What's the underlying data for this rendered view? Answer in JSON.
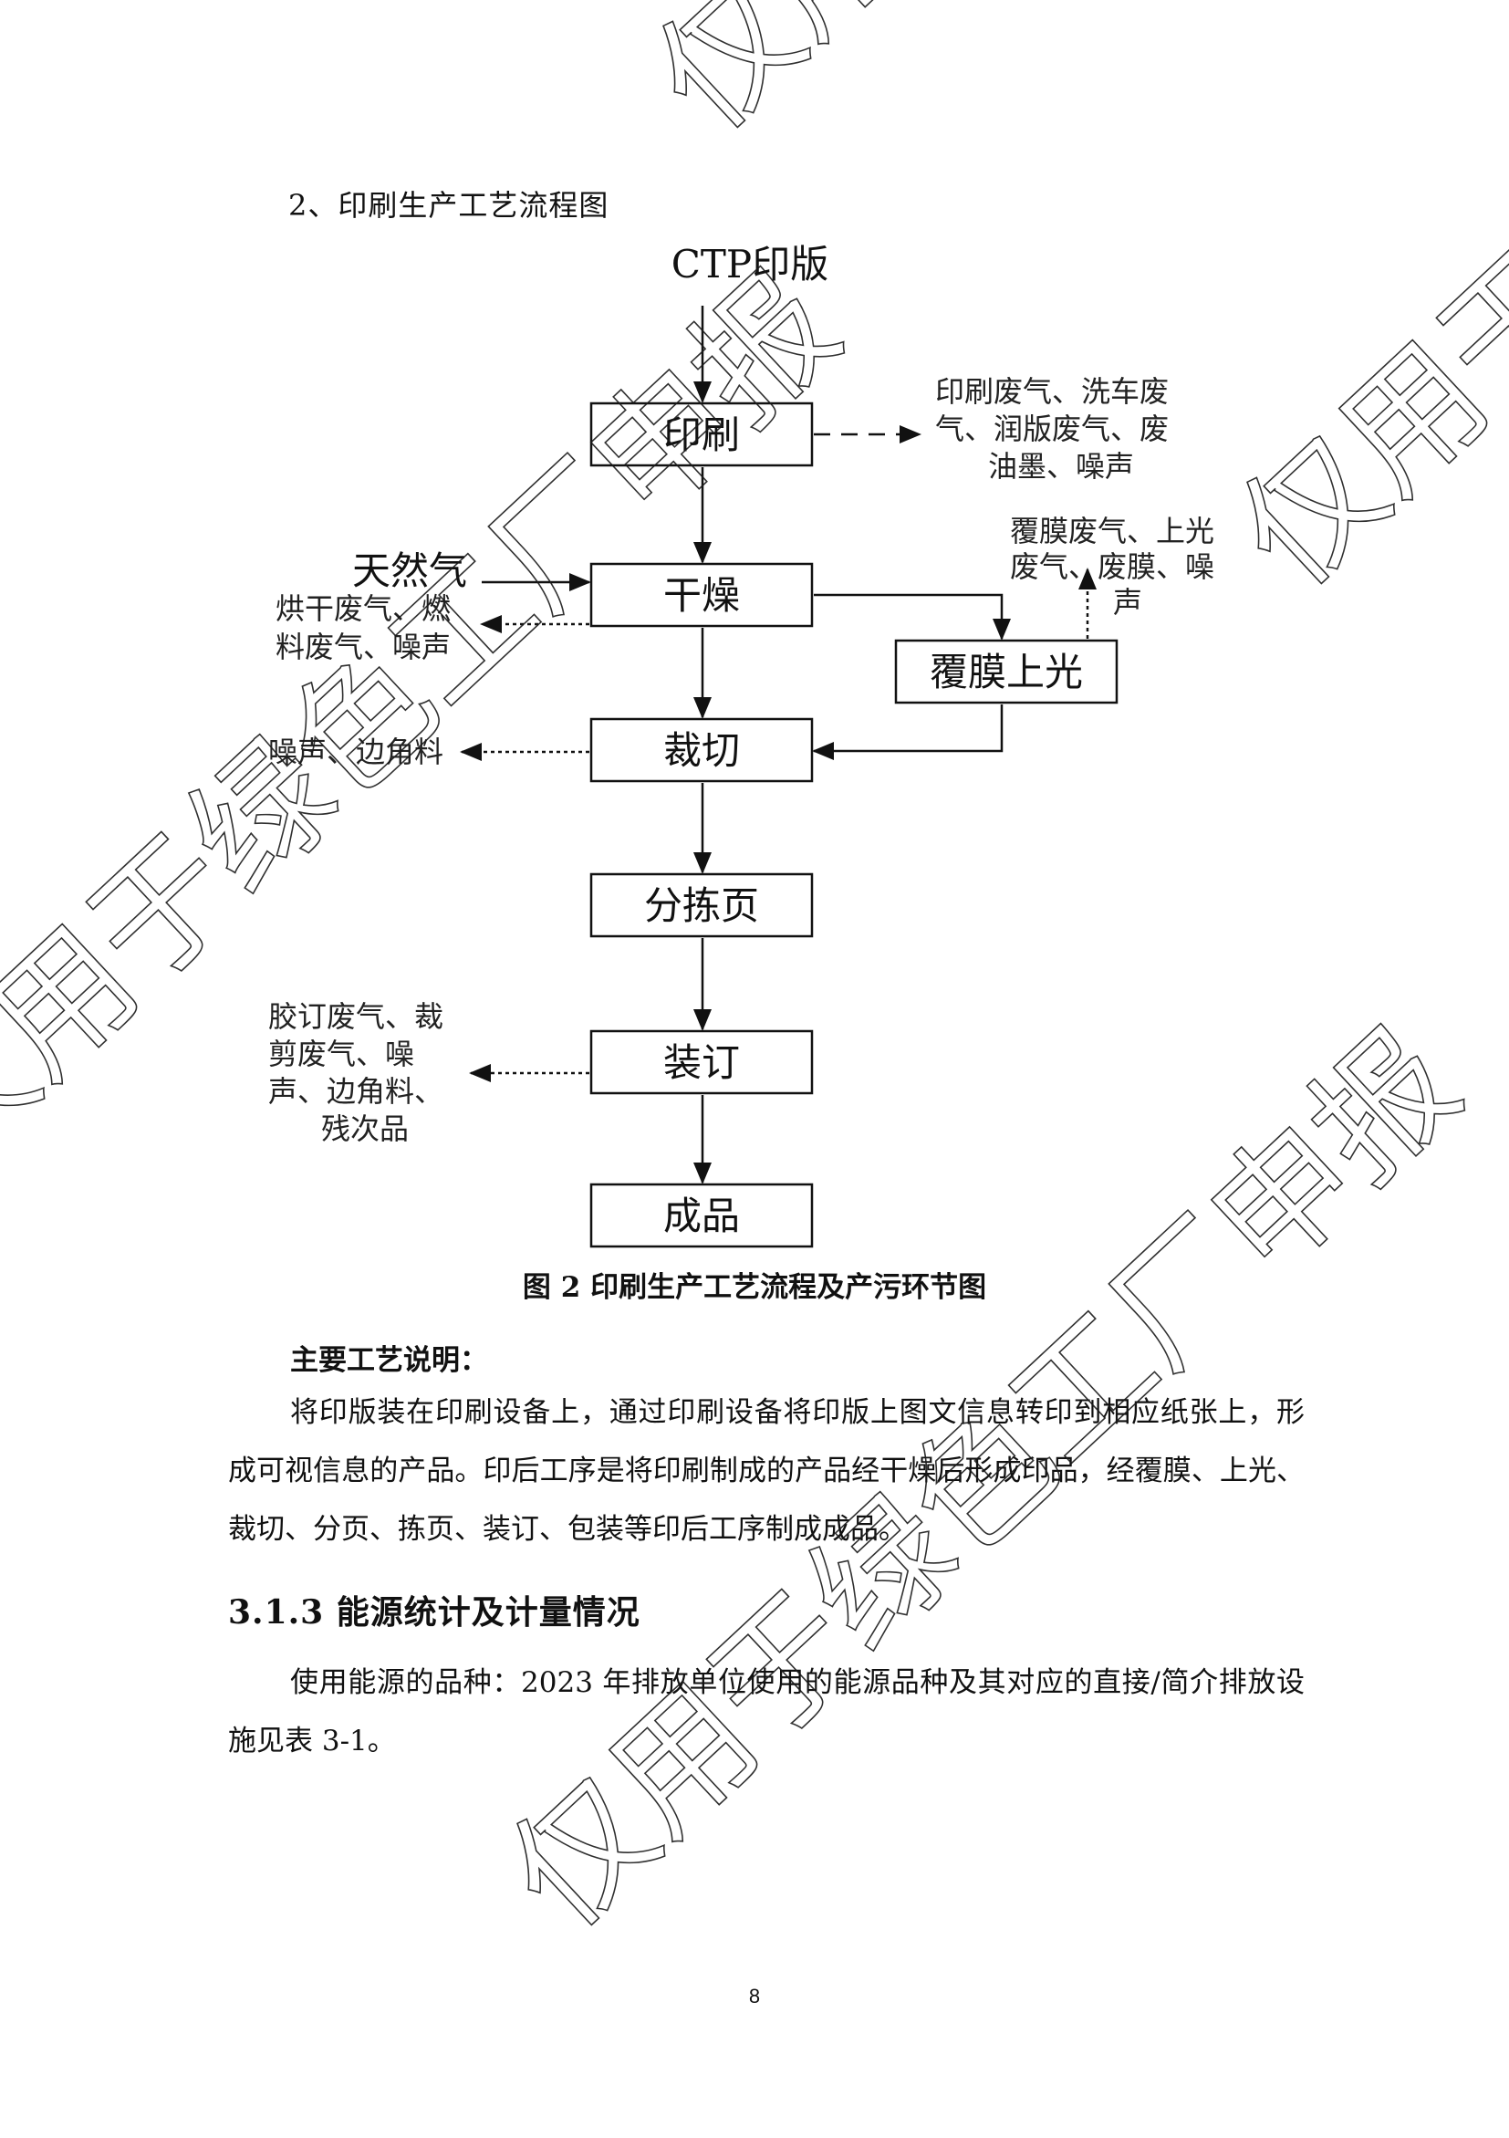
{
  "section_heading": "2、印刷生产工艺流程图",
  "diagram": {
    "source": "CTP印版",
    "fuel": "天然气",
    "nodes": {
      "print": "印刷",
      "dry": "干燥",
      "laminate": "覆膜上光",
      "cut": "裁切",
      "sort": "分拣页",
      "bind": "装订",
      "product": "成品"
    },
    "emissions": {
      "print": [
        "印刷废气、洗车废",
        "气、润版废气、废",
        "油墨、噪声"
      ],
      "laminate": [
        "覆膜废气、上光",
        "废气、废膜、噪",
        "声"
      ],
      "dry": [
        "烘干废气、燃",
        "料废气、噪声"
      ],
      "cut": [
        "噪声、边角料"
      ],
      "bind": [
        "胶订废气、裁",
        "剪废气、噪",
        "声、边角料、",
        "残次品"
      ]
    }
  },
  "caption": "图 2 印刷生产工艺流程及产污环节图",
  "process_title": "主要工艺说明：",
  "process_text": "将印版装在印刷设备上，通过印刷设备将印版上图文信息转印到相应纸张上，形成可视信息的产品。印后工序是将印刷制成的产品经干燥后形成印品，经覆膜、上光、裁切、分页、拣页、装订、包装等印后工序制成成品。",
  "energy_heading": "3.1.3 能源统计及计量情况",
  "energy_text": "使用能源的品种：2023 年排放单位使用的能源品种及其对应的直接/简介排放设施见表 3-1。",
  "page_number": "8",
  "watermark_text": "仅用于绿色工厂申报"
}
